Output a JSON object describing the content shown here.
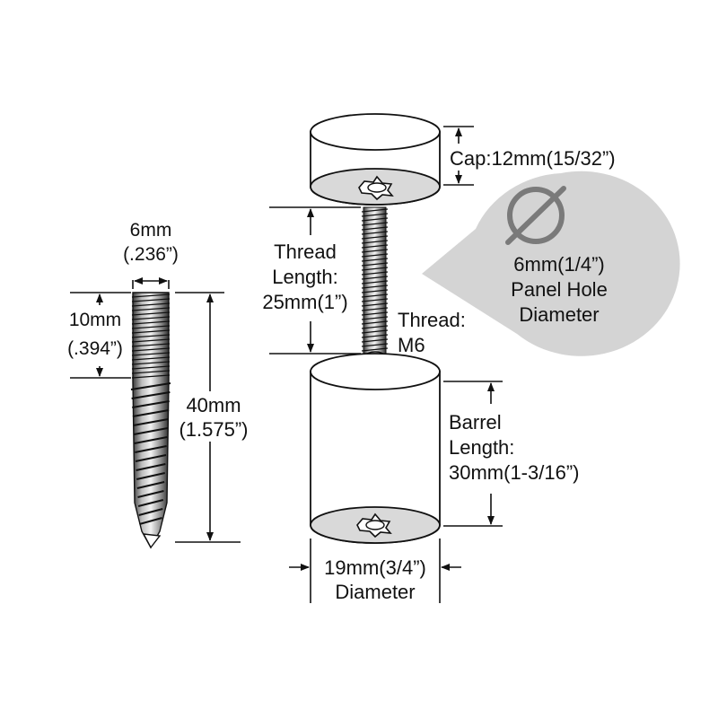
{
  "colors": {
    "ink": "#111111",
    "cap_face": "#d9d9d9",
    "callout_fill": "#d4d4d4",
    "diameter_symbol": "#7a7a7a"
  },
  "icons": {
    "diameter": "diameter-symbol-icon",
    "socket": "hex-socket-icon"
  },
  "screw": {
    "width_mm": "6mm",
    "width_in": "(.236”)",
    "partial_mm": "10mm",
    "partial_in": "(.394”)",
    "length_mm": "40mm",
    "length_in": "(1.575”)"
  },
  "standoff": {
    "cap": "Cap:12mm(15/32”)",
    "thread_length_line1": "Thread",
    "thread_length_line2": "Length:",
    "thread_length_line3": "25mm(1”)",
    "thread_line1": "Thread:",
    "thread_line2": "M6",
    "barrel_line1": "Barrel",
    "barrel_line2": "Length:",
    "barrel_line3": "30mm(1-3/16”)",
    "diameter_line1": "19mm(3/4”)",
    "diameter_line2": "Diameter"
  },
  "callout": {
    "line1": "6mm(1/4”)",
    "line2": "Panel Hole",
    "line3": "Diameter"
  }
}
